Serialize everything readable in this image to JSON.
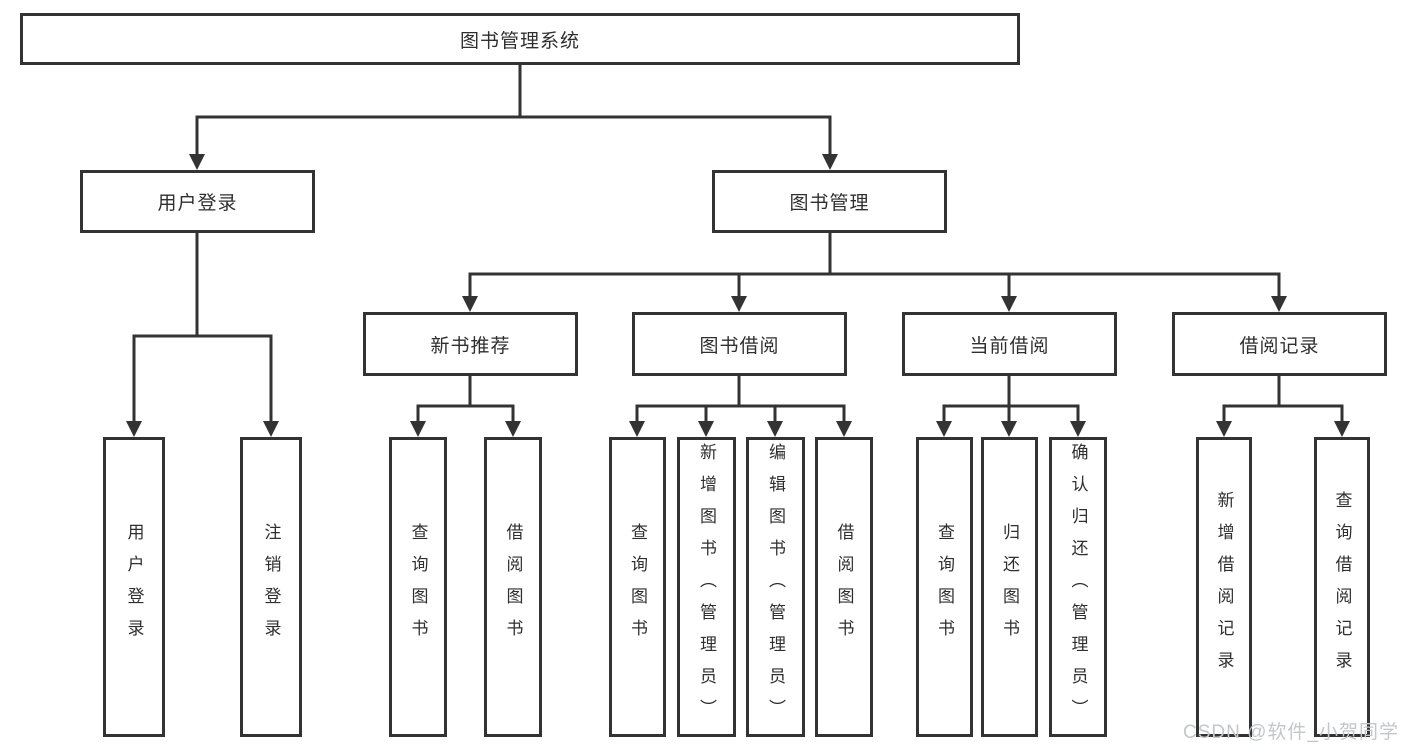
{
  "colors": {
    "line": "#333333",
    "box_border": "#333333",
    "text": "#2f2f2f",
    "watermark": "#c3c7ca",
    "background": "#ffffff"
  },
  "watermark": {
    "text": "CSDN @软件_小贺同学"
  },
  "tree": {
    "root": {
      "label": "图书管理系统"
    },
    "user_login": {
      "label": "用户登录",
      "children": {
        "login": {
          "label": "用户登录"
        },
        "logout": {
          "label": "注销登录"
        }
      }
    },
    "book_mgmt": {
      "label": "图书管理",
      "children": {
        "new_rec": {
          "label": "新书推荐",
          "children": {
            "query": {
              "label": "查询图书"
            },
            "borrow": {
              "label": "借阅图书"
            }
          }
        },
        "borrowing": {
          "label": "图书借阅",
          "children": {
            "query": {
              "label": "查询图书"
            },
            "add": {
              "label": "新增图书（管理员）"
            },
            "edit": {
              "label": "编辑图书（管理员）"
            },
            "borrow": {
              "label": "借阅图书"
            }
          }
        },
        "current": {
          "label": "当前借阅",
          "children": {
            "query": {
              "label": "查询图书"
            },
            "return": {
              "label": "归还图书"
            },
            "confirm": {
              "label": "确认归还（管理员）"
            }
          }
        },
        "records": {
          "label": "借阅记录",
          "children": {
            "add": {
              "label": "新增借阅记录"
            },
            "query": {
              "label": "查询借阅记录"
            }
          }
        }
      }
    }
  }
}
